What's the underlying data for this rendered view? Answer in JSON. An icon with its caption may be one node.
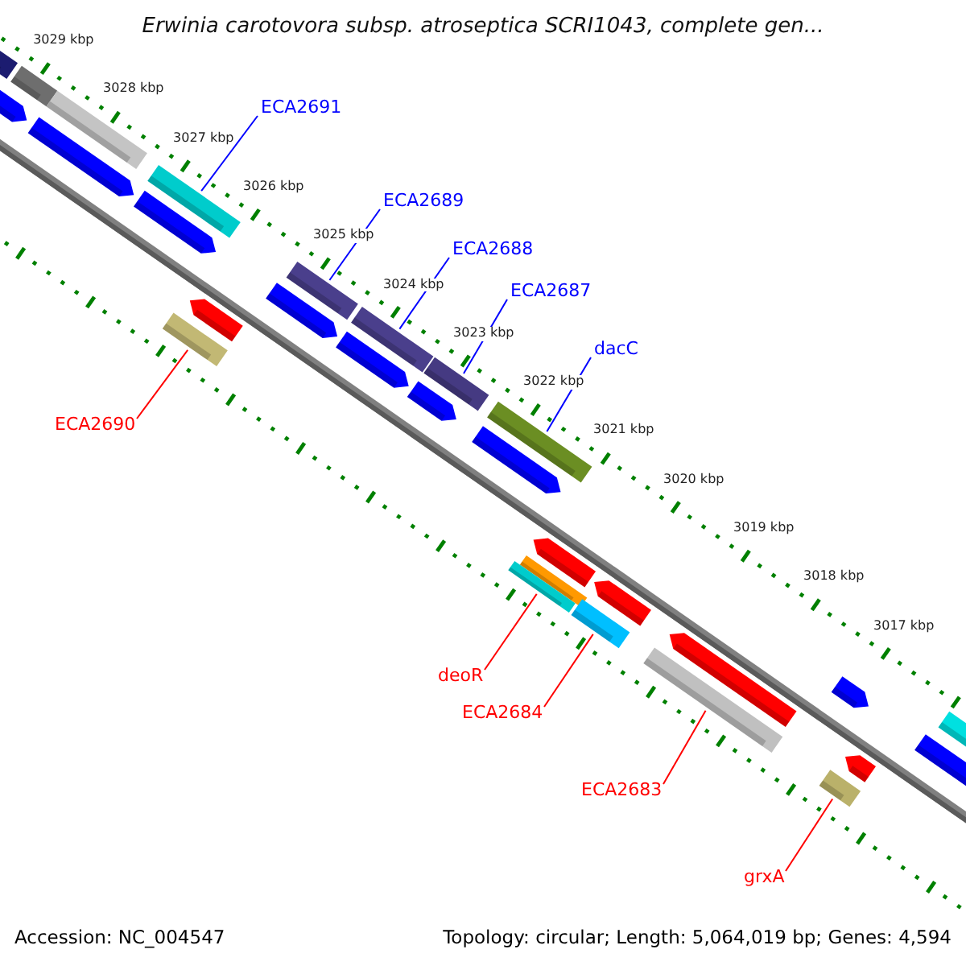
{
  "diagram": {
    "title": "Erwinia carotovora subsp. atroseptica SCRI1043, complete gen...",
    "nodes": [
      {
        "text": [
          "ECA2691"
        ]
      },
      {
        "text": [],
        "shape": "bar"
      },
      {
        "text": [
          "ECA2689"
        ]
      },
      {
        "text": [],
        "shape": "bar"
      },
      {
        "text": [
          "ECA2688"
        ]
      },
      {
        "text": [],
        "shape": "bar"
      },
      {
        "text": [
          "ECA2687"
        ]
      },
      {
        "text": [],
        "shape": "bar"
      },
      {
        "text": [
          "dacC"
        ]
      },
      {
        "text": [],
        "shape": "bar"
      },
      {
        "text": [
          "ECA2690"
        ]
      },
      {
        "text": [],
        "shape": "bar"
      },
      {
        "text": [
          "deoR"
        ]
      },
      {
        "text": [],
        "shape": "bar"
      },
      {
        "text": [
          "ECA2684"
        ]
      },
      {
        "text": [],
        "shape": "bar"
      },
      {
        "text": [
          "ECA2683"
        ]
      },
      {
        "text": [],
        "shape": "bar"
      },
      {
        "text": [
          "grxA"
        ]
      },
      {
        "text": [],
        "shape": "bar"
      }
    ],
    "edges": [
      {
        "from": 0,
        "to": 1,
        "arrow": "none",
        "color": "#0000ff"
      },
      {
        "from": 2,
        "to": 3,
        "arrow": "none",
        "color": "#0000ff"
      },
      {
        "from": 4,
        "to": 5,
        "arrow": "none",
        "color": "#0000ff"
      },
      {
        "from": 6,
        "to": 7,
        "arrow": "none",
        "color": "#0000ff"
      },
      {
        "from": 8,
        "to": 9,
        "arrow": "none",
        "color": "#0000ff"
      },
      {
        "from": 10,
        "to": 11,
        "arrow": "none",
        "color": "#ff0000"
      },
      {
        "from": 12,
        "to": 13,
        "arrow": "none",
        "color": "#ff0000"
      },
      {
        "from": 14,
        "to": 15,
        "arrow": "none",
        "color": "#ff0000"
      },
      {
        "from": 16,
        "to": 17,
        "arrow": "none",
        "color": "#ff0000"
      },
      {
        "from": 18,
        "to": 19,
        "arrow": "none",
        "color": "#ff0000"
      }
    ],
    "labels": [
      "3029 kbp",
      "3028 kbp",
      "3027 kbp",
      "3026 kbp",
      "3025 kbp",
      "3024 kbp",
      "3023 kbp",
      "3022 kbp",
      "3021 kbp",
      "3020 kbp",
      "3019 kbp",
      "3018 kbp",
      "3017 kbp",
      "Accession: NC_004547",
      "Topology: circular; Length: 5,064,019 bp; Genes: 4,594"
    ]
  }
}
